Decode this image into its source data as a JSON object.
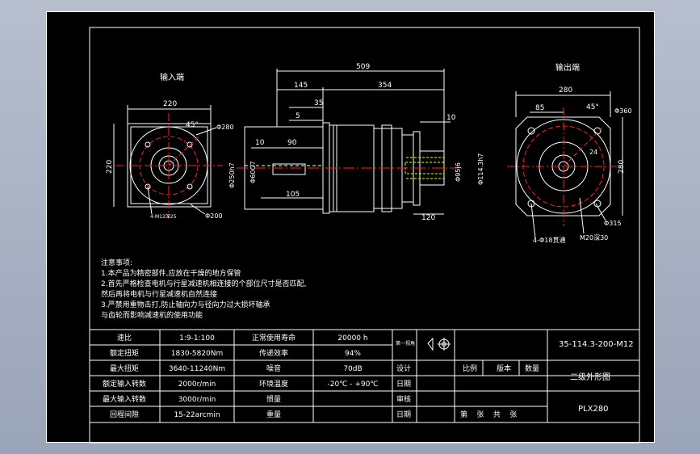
{
  "views": {
    "input_label": "输入端",
    "output_label": "输出端"
  },
  "dimensions": {
    "overall_length": "509",
    "left_part": "145",
    "right_part": "354",
    "d35": "35",
    "d5": "5",
    "d10_top": "10",
    "d10_left": "10",
    "d90": "90",
    "d105": "105",
    "d120": "120",
    "input_width": "220",
    "input_height": "220",
    "input_angle": "45°",
    "input_phi280": "Φ280",
    "input_phi200": "Φ200",
    "input_bolts": "4-M12深25",
    "shaft_phi250": "Φ250h7",
    "shaft_phi60": "Φ60G7",
    "out_phi95": "Φ95j6",
    "out_phi114": "Φ114.3h7",
    "output_width": "280",
    "output_height": "280",
    "output_85": "85",
    "output_angle": "45°",
    "output_phi360": "Φ360",
    "output_24": "24",
    "output_phi315": "Φ315",
    "output_holes": "4-Φ18贯通",
    "output_m20": "M20深30"
  },
  "notes": {
    "title": "注意事项:",
    "line1": "1.本产品为精密部件,应放在干燥的地方保管",
    "line2": "2.首先严格检查电机与行星减速机相连接的个部位尺寸是否匹配,",
    "line3": "然后再将电机与行星减速机自然连接",
    "line4": "3.严禁用重物击打,防止轴向力与径向力过大损坏轴承",
    "line5": "与齿轮而影响减速机的使用功能"
  },
  "specs": [
    {
      "label": "速比",
      "value": "1:9-1:100",
      "label2": "正常使用寿命",
      "value2": "20000 h"
    },
    {
      "label": "额定扭矩",
      "value": "1830-5820Nm",
      "label2": "传递效率",
      "value2": "94%"
    },
    {
      "label": "最大扭矩",
      "value": "3640-11240Nm",
      "label2": "噪音",
      "value2": "70dB"
    },
    {
      "label": "额定输入转数",
      "value": "2000r/min",
      "label2": "环境温度",
      "value2": "-20℃ - +90℃"
    },
    {
      "label": "最大输入转数",
      "value": "3000r/min",
      "label2": "惯量",
      "value2": ""
    },
    {
      "label": "回程间隙",
      "value": "15-22arcmin",
      "label2": "重量",
      "value2": ""
    }
  ],
  "title_block": {
    "projection_label": "第一视角",
    "drawing_code": "35-114.3-200-M12",
    "design": "设计",
    "date1": "日期",
    "review": "审核",
    "date2": "日期",
    "scale": "比例",
    "version": "版本",
    "quantity": "数量",
    "sheet_info": "第    张    共    张",
    "drawing_title": "二级外形图",
    "model": "PLX280"
  },
  "colors": {
    "background": "#000000",
    "lines": "#ffffff",
    "centerline": "#ff2020",
    "hidden": "#ffff00",
    "window_frame": "#a9b1c3"
  }
}
